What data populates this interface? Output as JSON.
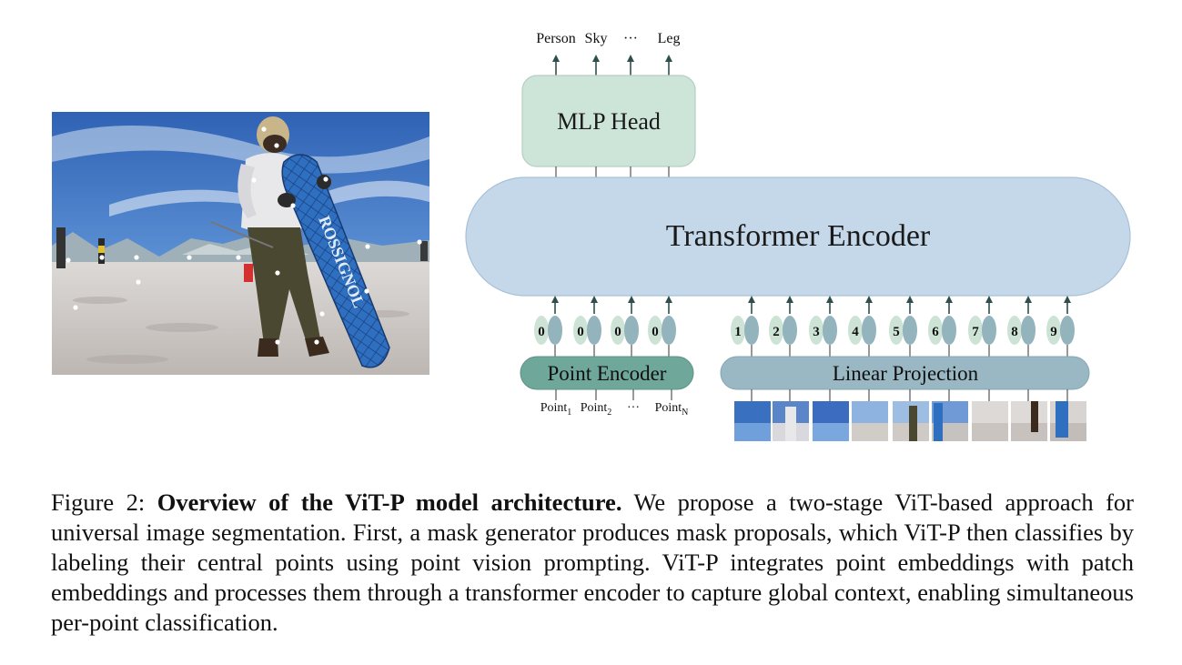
{
  "diagram": {
    "outputs": [
      "Person",
      "Sky",
      "···",
      "Leg"
    ],
    "mlp_head": "MLP Head",
    "transformer_encoder": "Transformer Encoder",
    "point_encoder": "Point Encoder",
    "linear_projection": "Linear Projection",
    "point_token_label": "0",
    "patch_token_labels": [
      "1",
      "2",
      "3",
      "4",
      "5",
      "6",
      "7",
      "8",
      "9"
    ],
    "point_inputs": [
      {
        "base": "Point",
        "sub": "1"
      },
      {
        "base": "Point",
        "sub": "2"
      },
      {
        "base": "···",
        "sub": ""
      },
      {
        "base": "Point",
        "sub": "N"
      }
    ],
    "snowboard_text": "ROSSIGNOL",
    "colors": {
      "mlp_fill": "#cde4d8",
      "encoder_fill": "#c4d8ea",
      "point_encoder_fill": "#6fa89a",
      "linear_projection_fill": "#9ab8c4",
      "token_dark": "#93b3bd",
      "token_light": "#cde3d5",
      "arrow": "#2f4f4f"
    }
  },
  "caption": {
    "prefix": "Figure 2: ",
    "bold": "Overview of the ViT-P model architecture.",
    "body": " We propose a two-stage ViT-based approach for universal image segmentation. First, a mask generator produces mask proposals, which ViT-P then classifies by labeling their central points using point vision prompting. ViT-P integrates point embeddings with patch embeddings and processes them through a transformer encoder to capture global context, enabling simultaneous per-point classification."
  }
}
